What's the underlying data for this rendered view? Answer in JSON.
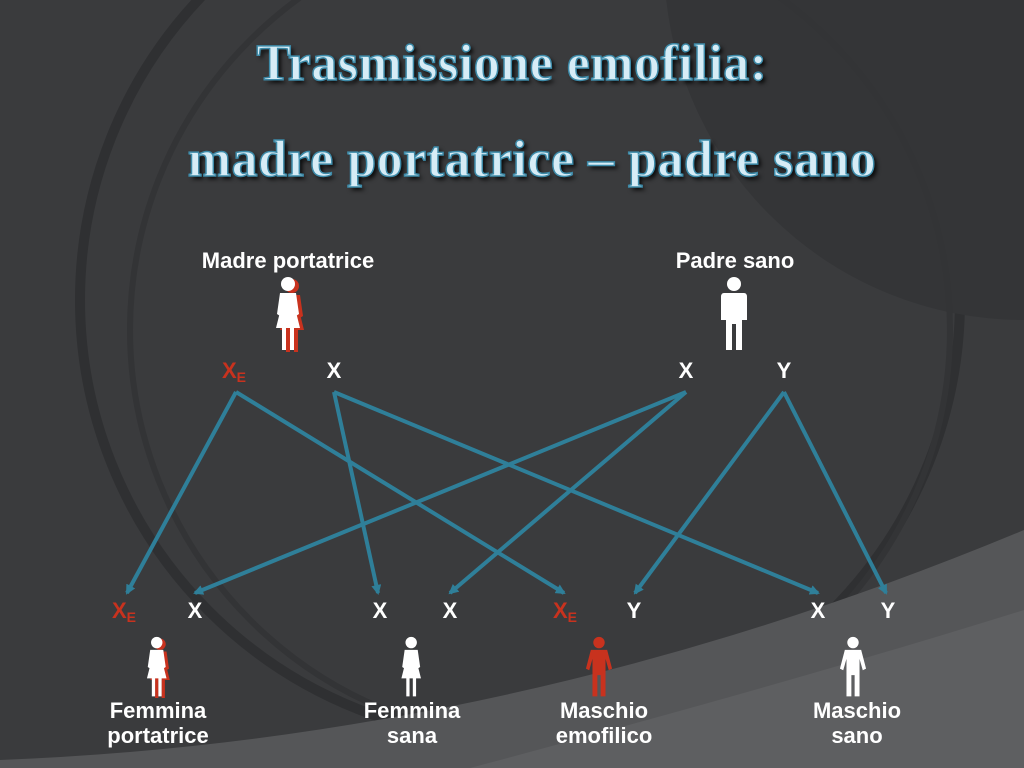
{
  "title": {
    "line1": "Trasmissione emofilia:",
    "line2": "madre portatrice – padre sano"
  },
  "parents": {
    "mother": {
      "label": "Madre portatrice",
      "chromosomes": [
        {
          "main": "X",
          "sub": "E"
        },
        {
          "main": "X",
          "sub": ""
        }
      ]
    },
    "father": {
      "label": "Padre sano",
      "chromosomes": [
        {
          "main": "X",
          "sub": ""
        },
        {
          "main": "Y",
          "sub": ""
        }
      ]
    }
  },
  "children": [
    {
      "label_line1": "Femmina",
      "label_line2": "portatrice",
      "chromosomes": [
        {
          "main": "X",
          "sub": "E"
        },
        {
          "main": "X",
          "sub": ""
        }
      ]
    },
    {
      "label_line1": "Femmina",
      "label_line2": "sana",
      "chromosomes": [
        {
          "main": "X",
          "sub": ""
        },
        {
          "main": "X",
          "sub": ""
        }
      ]
    },
    {
      "label_line1": "Maschio",
      "label_line2": "emofilico",
      "chromosomes": [
        {
          "main": "X",
          "sub": "E"
        },
        {
          "main": "Y",
          "sub": ""
        }
      ]
    },
    {
      "label_line1": "Maschio",
      "label_line2": "sano",
      "chromosomes": [
        {
          "main": "X",
          "sub": ""
        },
        {
          "main": "Y",
          "sub": ""
        }
      ]
    }
  ],
  "colors": {
    "affected": "#c8321e",
    "arrow": "#2f7f99",
    "background": "#3a3b3d",
    "figure": "#ffffff"
  }
}
